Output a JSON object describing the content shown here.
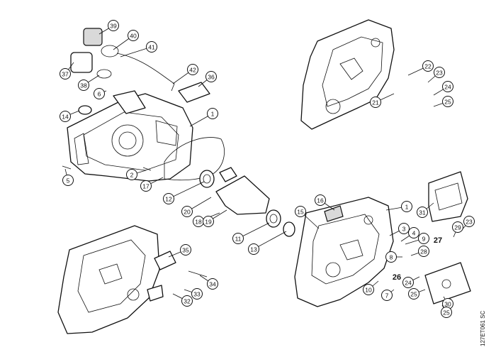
{
  "drawing_id": "127ET061 SC",
  "callouts": [
    {
      "label": "39"
    },
    {
      "label": "40"
    },
    {
      "label": "41"
    },
    {
      "label": "37"
    },
    {
      "label": "38"
    },
    {
      "label": "42"
    },
    {
      "label": "36"
    },
    {
      "label": "6"
    },
    {
      "label": "14"
    },
    {
      "label": "1"
    },
    {
      "label": "5"
    },
    {
      "label": "2"
    },
    {
      "label": "17"
    },
    {
      "label": "12"
    },
    {
      "label": "20"
    },
    {
      "label": "18"
    },
    {
      "label": "19"
    },
    {
      "label": "11"
    },
    {
      "label": "13"
    },
    {
      "label": "15"
    },
    {
      "label": "16"
    },
    {
      "label": "1"
    },
    {
      "label": "31"
    },
    {
      "label": "22"
    },
    {
      "label": "23"
    },
    {
      "label": "21"
    },
    {
      "label": "24"
    },
    {
      "label": "25"
    },
    {
      "label": "3"
    },
    {
      "label": "4"
    },
    {
      "label": "9"
    },
    {
      "label": "28"
    },
    {
      "label": "8"
    },
    {
      "label": "29"
    },
    {
      "label": "23"
    },
    {
      "label": "24"
    },
    {
      "label": "25"
    },
    {
      "label": "10"
    },
    {
      "label": "7"
    },
    {
      "label": "30"
    },
    {
      "label": "25"
    },
    {
      "label": "35"
    },
    {
      "label": "34"
    },
    {
      "label": "33"
    },
    {
      "label": "32"
    }
  ],
  "plain_labels": [
    {
      "label": "27"
    },
    {
      "label": "26"
    }
  ]
}
